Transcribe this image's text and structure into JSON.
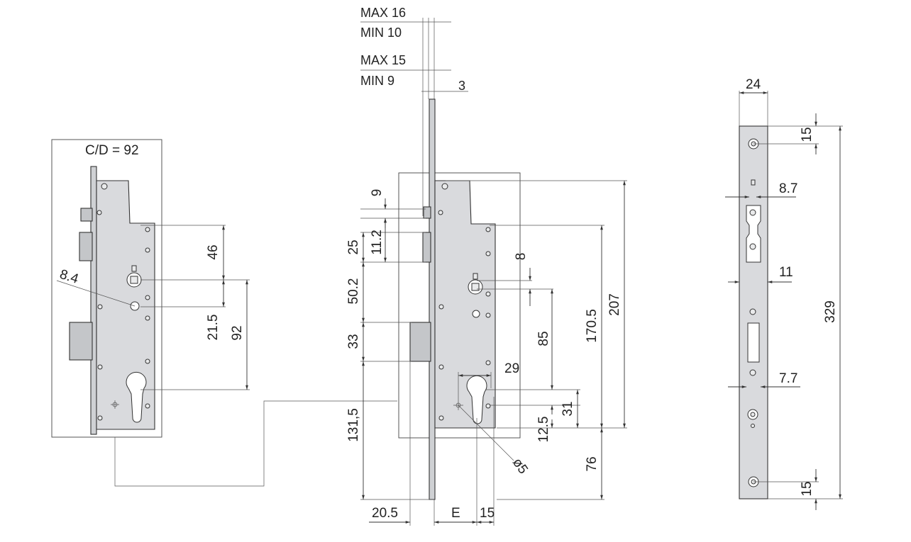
{
  "left_view": {
    "title": "C/D = 92",
    "dim_46": "46",
    "dim_21_5": "21.5",
    "dim_92": "92",
    "dim_8_4": "8.4"
  },
  "front_view": {
    "max_16": "MAX 16",
    "min_10": "MIN 10",
    "max_15": "MAX 15",
    "min_9": "MIN 9",
    "dim_3": "3",
    "dim_9": "9",
    "dim_11_2": "11.2",
    "dim_25": "25",
    "dim_50_2": "50.2",
    "dim_33": "33",
    "dim_131_5": "131,5",
    "dim_20_5": "20.5",
    "dim_E": "E",
    "dim_15": "15",
    "dim_8": "8",
    "dim_85": "85",
    "dim_29": "29",
    "dim_31": "31",
    "dim_12_5": "12.5",
    "dim_170_5": "170.5",
    "dim_207": "207",
    "dim_76": "76",
    "dim_phi5": "ø5"
  },
  "faceplate_view": {
    "dim_24": "24",
    "dim_15_top": "15",
    "dim_8_7": "8.7",
    "dim_11": "11",
    "dim_329": "329",
    "dim_7_7": "7.7",
    "dim_15_bottom": "15"
  }
}
